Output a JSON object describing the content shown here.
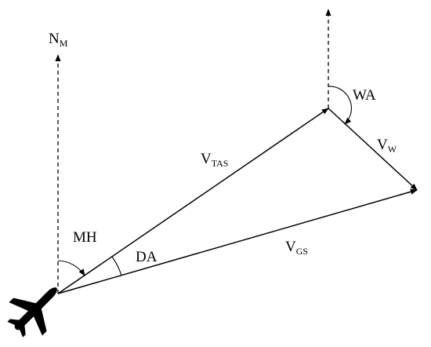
{
  "diagram": {
    "labels": {
      "north": {
        "main": "N",
        "sub": "M"
      },
      "true_airspeed": {
        "main": "V",
        "sub": "TAS"
      },
      "wind": {
        "main": "V",
        "sub": "W"
      },
      "ground_speed": {
        "main": "V",
        "sub": "GS"
      },
      "magnetic_heading": "MH",
      "drift_angle": "DA",
      "wind_angle": "WA"
    },
    "icons": {
      "aircraft": "airplane-icon"
    },
    "colors": {
      "stroke": "#000000",
      "background": "#ffffff"
    }
  }
}
